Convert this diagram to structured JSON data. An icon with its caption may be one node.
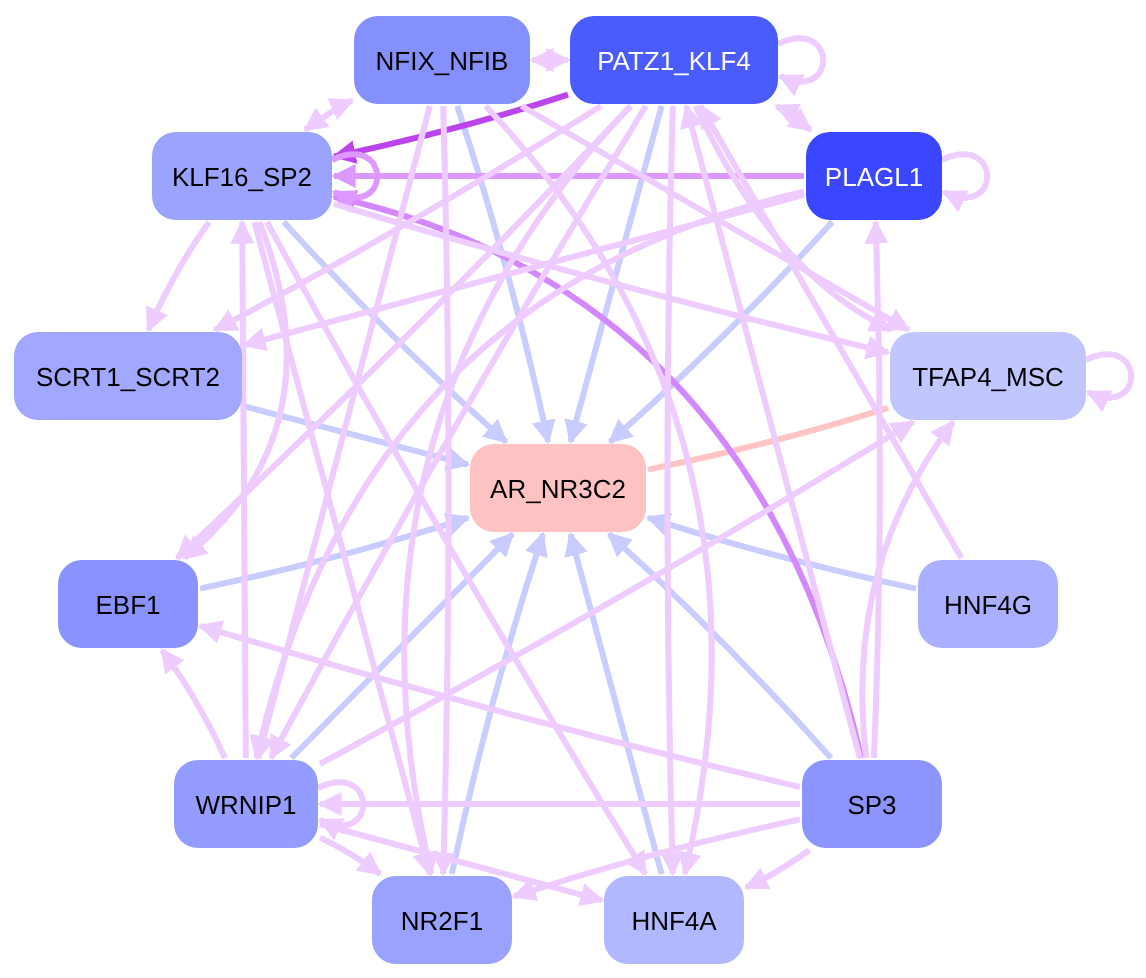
{
  "diagram": {
    "nodes": [
      {
        "text": [
          "NFIX_NFIB"
        ]
      },
      {
        "text": [
          "PATZ1_KLF4"
        ]
      },
      {
        "text": [
          "KLF16_SP2"
        ]
      },
      {
        "text": [
          "PLAGL1"
        ]
      },
      {
        "text": [
          "SCRT1_SCRT2"
        ]
      },
      {
        "text": [
          "TFAP4_MSC"
        ]
      },
      {
        "text": [
          "AR_NR3C2"
        ]
      },
      {
        "text": [
          "EBF1"
        ]
      },
      {
        "text": [
          "HNF4G"
        ]
      },
      {
        "text": [
          "WRNIP1"
        ]
      },
      {
        "text": [
          "SP3"
        ]
      },
      {
        "text": [
          "NR2F1"
        ]
      },
      {
        "text": [
          "HNF4A"
        ]
      }
    ],
    "edges": [
      {
        "from": 0,
        "to": 6,
        "arrow": "to",
        "color": "#c8ccff"
      },
      {
        "from": 1,
        "to": 6,
        "arrow": "to",
        "color": "#c8ccff"
      },
      {
        "from": 2,
        "to": 6,
        "arrow": "to",
        "color": "#c8ccff"
      },
      {
        "from": 3,
        "to": 6,
        "arrow": "to",
        "color": "#c8ccff"
      },
      {
        "from": 4,
        "to": 6,
        "arrow": "to",
        "color": "#c8ccff"
      },
      {
        "from": 7,
        "to": 6,
        "arrow": "to",
        "color": "#c8ccff"
      },
      {
        "from": 8,
        "to": 6,
        "arrow": "to",
        "color": "#c8ccff"
      },
      {
        "from": 9,
        "to": 6,
        "arrow": "to",
        "color": "#c8ccff"
      },
      {
        "from": 10,
        "to": 6,
        "arrow": "to",
        "color": "#c8ccff"
      },
      {
        "from": 11,
        "to": 6,
        "arrow": "to",
        "color": "#c8ccff"
      },
      {
        "from": 12,
        "to": 6,
        "arrow": "to",
        "color": "#c8ccff"
      },
      {
        "from": 6,
        "to": 5,
        "arrow": "none",
        "color": "#ffc4c4"
      },
      {
        "from": 1,
        "to": 2,
        "arrow": "to",
        "color": "#bb44ee"
      },
      {
        "from": 3,
        "to": 2,
        "arrow": "to",
        "color": "#dd99ff"
      },
      {
        "from": 10,
        "to": 2,
        "arrow": "to",
        "color": "#d488ff"
      },
      {
        "from": 2,
        "to": 2,
        "arrow": "to",
        "color": "#dd99ff"
      },
      {
        "from": 0,
        "to": 1,
        "arrow": "both"
      },
      {
        "from": 0,
        "to": 2,
        "arrow": "both"
      },
      {
        "from": 1,
        "to": 3,
        "arrow": "both"
      },
      {
        "from": 1,
        "to": 1,
        "arrow": "to"
      },
      {
        "from": 3,
        "to": 3,
        "arrow": "to"
      },
      {
        "from": 5,
        "to": 5,
        "arrow": "to"
      },
      {
        "from": 9,
        "to": 9,
        "arrow": "to"
      },
      {
        "from": 2,
        "to": 4,
        "arrow": "to"
      },
      {
        "from": 1,
        "to": 4,
        "arrow": "to"
      },
      {
        "from": 3,
        "to": 4,
        "arrow": "to"
      },
      {
        "from": 2,
        "to": 5,
        "arrow": "to"
      },
      {
        "from": 1,
        "to": 5,
        "arrow": "to"
      },
      {
        "from": 0,
        "to": 5,
        "arrow": "to"
      },
      {
        "from": 2,
        "to": 7,
        "arrow": "to"
      },
      {
        "from": 1,
        "to": 7,
        "arrow": "to"
      },
      {
        "from": 0,
        "to": 9,
        "arrow": "to"
      },
      {
        "from": 1,
        "to": 9,
        "arrow": "to"
      },
      {
        "from": 3,
        "to": 9,
        "arrow": "to"
      },
      {
        "from": 2,
        "to": 11,
        "arrow": "to"
      },
      {
        "from": 2,
        "to": 12,
        "arrow": "to"
      },
      {
        "from": 0,
        "to": 11,
        "arrow": "to"
      },
      {
        "from": 1,
        "to": 11,
        "arrow": "to"
      },
      {
        "from": 1,
        "to": 12,
        "arrow": "to"
      },
      {
        "from": 0,
        "to": 12,
        "arrow": "to"
      },
      {
        "from": 9,
        "to": 2,
        "arrow": "to"
      },
      {
        "from": 9,
        "to": 7,
        "arrow": "to"
      },
      {
        "from": 9,
        "to": 11,
        "arrow": "to"
      },
      {
        "from": 9,
        "to": 12,
        "arrow": "to"
      },
      {
        "from": 9,
        "to": 5,
        "arrow": "to"
      },
      {
        "from": 10,
        "to": 7,
        "arrow": "to"
      },
      {
        "from": 10,
        "to": 9,
        "arrow": "to"
      },
      {
        "from": 10,
        "to": 11,
        "arrow": "to"
      },
      {
        "from": 10,
        "to": 12,
        "arrow": "to"
      },
      {
        "from": 10,
        "to": 1,
        "arrow": "to"
      },
      {
        "from": 10,
        "to": 3,
        "arrow": "to"
      },
      {
        "from": 10,
        "to": 5,
        "arrow": "to"
      },
      {
        "from": 8,
        "to": 1,
        "arrow": "to"
      }
    ]
  }
}
